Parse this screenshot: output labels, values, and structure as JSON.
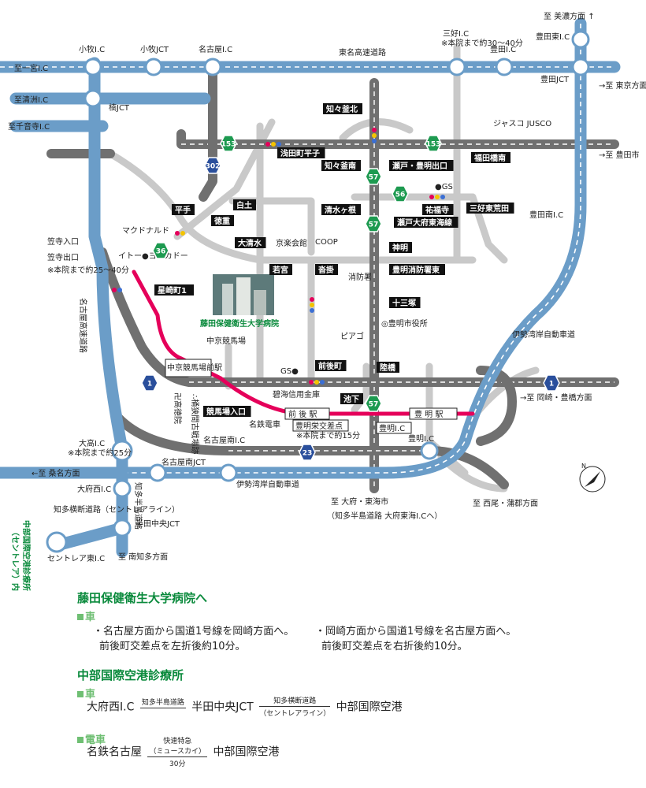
{
  "map": {
    "directions": {
      "mino": "至 美濃方面 ↑",
      "tokyo": "→至 東京方面",
      "toyota_city": "→至 豊田市",
      "okazaki": "→至 岡崎・豊橋方面",
      "kuwana": "←至 桑名方面",
      "obu_tokai": "至 大府・東海市",
      "obu_tokai_sub": "（知多半島道路 大府東海I.Cへ）",
      "minami_chita": "至 南知多方面",
      "nishio": "至 西尾・蒲郡方面",
      "ichinomiya": "至一宮I.C",
      "kiyosu": "至清洲I.C",
      "senjuji": "至千音寺I.C"
    },
    "interchanges": {
      "komaki": "小牧I.C",
      "komaki_jct": "小牧JCT",
      "nagoya": "名古屋I.C",
      "tomei": "東名高速道路",
      "miyoshi": "三好I.C",
      "miyoshi_note": "※本院まで約30〜40分",
      "toyota": "豊田I.C",
      "toyota_higashi": "豊田東I.C",
      "toyota_jct": "豊田JCT",
      "kusunoki_jct": "楠JCT",
      "toyota_minami": "豊田南I.C",
      "ise_bay_east": "伊勢湾岸自動車道",
      "ise_bay_west": "伊勢湾岸自動車道",
      "kasadera_in": "笠寺入口",
      "kasadera_out": "笠寺出口",
      "kasadera_note": "※本院まで約25〜40分",
      "nagoya_expressway": "名古屋高速道路",
      "odaka": "大高I.C",
      "odaka_note": "※本院まで約25分",
      "nagoya_minami": "名古屋南I.C",
      "nagoya_minami_jct": "名古屋南JCT",
      "obu_nishi": "大府西I.C",
      "chita_road": "知多半島道路",
      "handa_jct": "半田中央JCT",
      "chita_oudan": "知多横断道路（セントレアライン）",
      "centrair_east": "セントレア東I.C",
      "toyoake": "豊明I.C",
      "toyoake_ic_box": "豊明I.C"
    },
    "places": {
      "jusco": "ジャスコ JUSCO",
      "gs1": "●GS",
      "gs2": "GS●",
      "mcdonalds": "マクドナルド",
      "itoyokado": "イトー●ヨーカドー",
      "kyoraku": "京楽会館",
      "coop": "COOP",
      "fire": "消防署",
      "piago": "ピアゴ",
      "cityhall": "◎豊明市役所",
      "hospital": "藤田保健衛生大学病院",
      "racecourse": "中京競馬場",
      "hekikai": "碧海信用金庫",
      "okehazama": "∴桶狭間古戦場跡",
      "takatokuin": "卍高徳院",
      "meitetsu": "名鉄電車",
      "station_zengo": "前 後 駅",
      "station_toyoake": "豊 明 駅",
      "station_chukyo": "中京競馬場前駅",
      "toyoake_sakae": "豊明栄交差点",
      "toyoake_sakae_note": "※本院まで約15分",
      "centrair_cross": "中部国際空港診療所",
      "centrair_cross_sub": "（セントレア）内"
    },
    "intersections": [
      "知々釜北",
      "浅田町平子",
      "知々釜南",
      "瀬戸・豊明出口",
      "福田橋南",
      "平手",
      "白土",
      "徳重",
      "清水ヶ根",
      "祐福寺",
      "三好東荒田",
      "瀬戸大府東海線",
      "大清水",
      "神明",
      "若宮",
      "沓掛",
      "豊明消防署東",
      "十三塚",
      "星崎町1",
      "前後町",
      "陸橋",
      "池下",
      "競馬場入口"
    ],
    "route_numbers": [
      "153",
      "153",
      "302",
      "57",
      "56",
      "57",
      "57",
      "36",
      "1",
      "1",
      "23"
    ]
  },
  "guide": {
    "title_hospital": "藤田保健衛生大学病院へ",
    "car_label": "車",
    "car_item1_l1": "・名古屋方面から国道1号線を岡崎方面へ。",
    "car_item1_l2": "前後町交差点を左折後約10分。",
    "car_item2_l1": "・岡崎方面から国道1号線を名古屋方面へ。",
    "car_item2_l2": "前後町交差点を右折後約10分。",
    "title_airport": "中部国際空港診療所",
    "car2_label": "車",
    "route_car": {
      "from": "大府西I.C",
      "seg1": "知多半島道路",
      "via": "半田中央JCT",
      "seg2_over": "知多横断道路",
      "seg2_under": "（セントレアライン）",
      "to": "中部国際空港"
    },
    "train_label": "電車",
    "route_train": {
      "from": "名鉄名古屋",
      "seg_top": "快速特急",
      "seg_mid": "（ミュースカイ）",
      "seg_bottom": "30分",
      "to": "中部国際空港"
    }
  },
  "colors": {
    "expressway": "#6b9dc8",
    "trunk": "#6e6e6e",
    "local": "#c7c7c7",
    "railway": "#e5005a",
    "route_badge": "#1d9a50",
    "label_box": "#111111",
    "title_green": "#0a8a3c"
  }
}
